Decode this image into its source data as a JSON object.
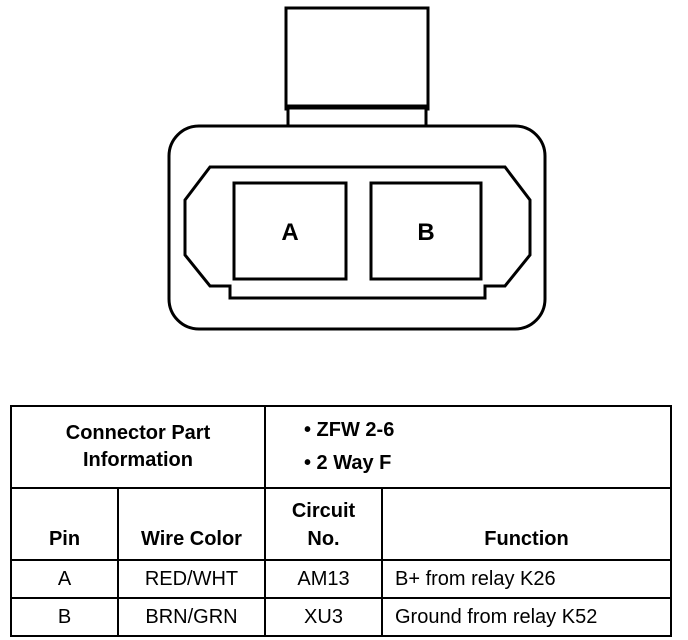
{
  "connector": {
    "pins": [
      "A",
      "B"
    ]
  },
  "part_info": {
    "label_line1": "Connector Part",
    "label_line2": "Information",
    "items": [
      "• ZFW 2-6",
      "• 2 Way F"
    ]
  },
  "columns": {
    "pin": "Pin",
    "wire_color": "Wire Color",
    "circuit_line1": "Circuit",
    "circuit_line2": "No.",
    "function": "Function"
  },
  "rows": [
    {
      "pin": "A",
      "wire_color": "RED/WHT",
      "circuit": "AM13",
      "function": "B+ from relay K26"
    },
    {
      "pin": "B",
      "wire_color": "BRN/GRN",
      "circuit": "XU3",
      "function": "Ground from relay K52"
    }
  ]
}
